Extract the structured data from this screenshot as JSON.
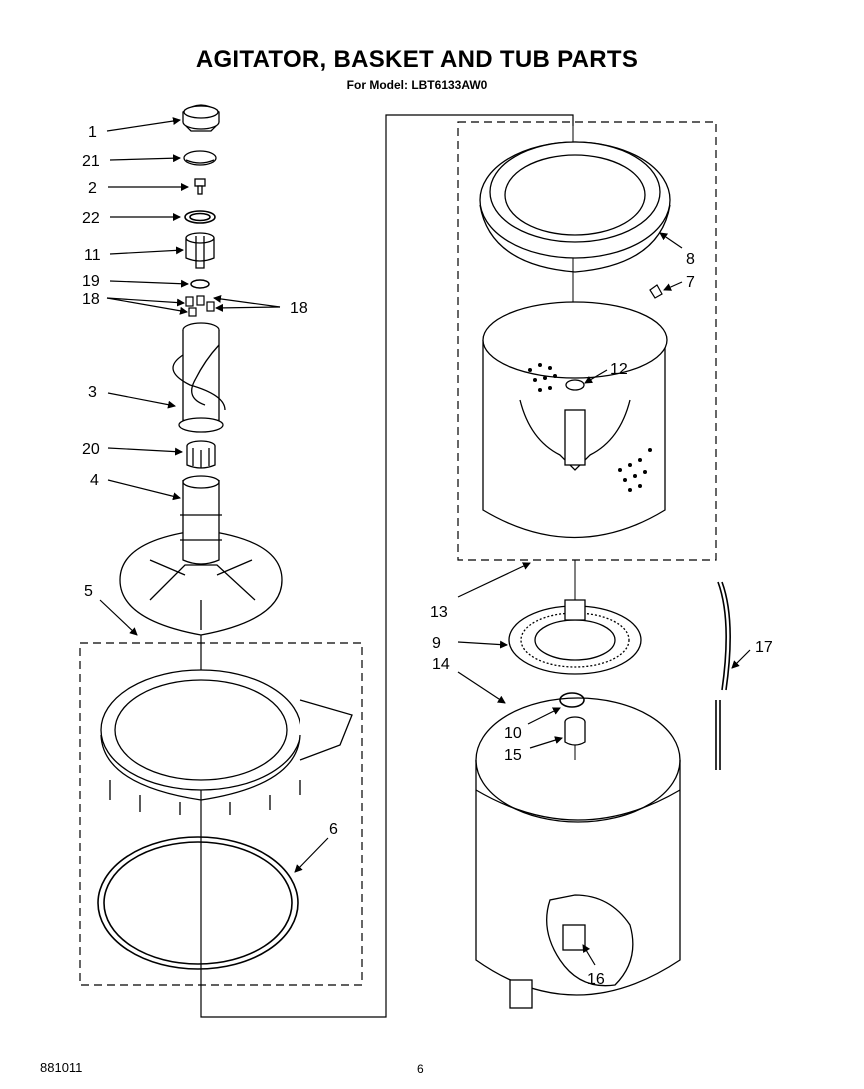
{
  "header": {
    "title": "AGITATOR, BASKET AND TUB PARTS",
    "subtitle": "For Model: LBT6133AW0"
  },
  "footer": {
    "code": "881011",
    "page": "6"
  },
  "callouts": {
    "p1": "1",
    "p21": "21",
    "p2": "2",
    "p22": "22",
    "p11": "11",
    "p19": "19",
    "p18a": "18",
    "p18b": "18",
    "p3": "3",
    "p20": "20",
    "p4": "4",
    "p5": "5",
    "p6": "6",
    "p8": "8",
    "p7": "7",
    "p12": "12",
    "p13": "13",
    "p9": "9",
    "p14": "14",
    "p17": "17",
    "p10": "10",
    "p15": "15",
    "p16": "16"
  }
}
